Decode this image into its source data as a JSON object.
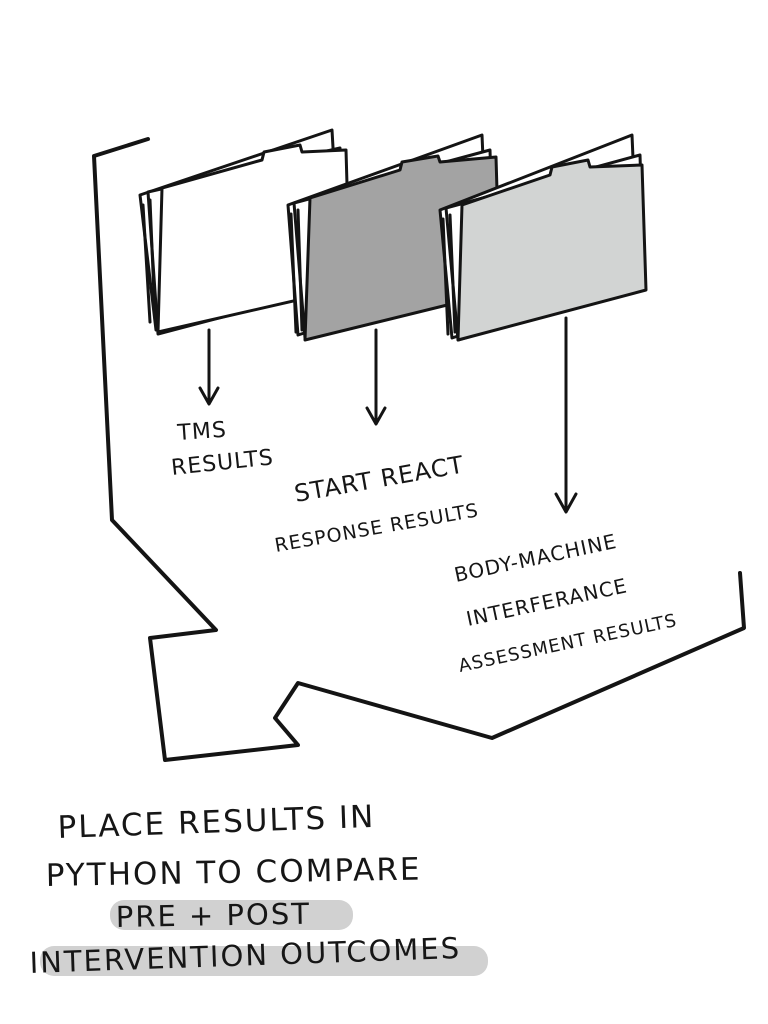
{
  "folders": [
    {
      "id": "tms",
      "label_lines": [
        "TMS",
        "RESULTS"
      ],
      "fill": "#ffffff"
    },
    {
      "id": "startreact",
      "label_lines": [
        "START REACT",
        "RESPONSE RESULTS"
      ],
      "fill": "#a3a3a3"
    },
    {
      "id": "bmi",
      "label_lines": [
        "BODY-MACHINE",
        "INTERFERANCE",
        "ASSESSMENT RESULTS"
      ],
      "fill": "#d2d4d3"
    }
  ],
  "conclusion": {
    "lines": [
      "PLACE RESULTS IN",
      "PYTHON TO COMPARE",
      "PRE + POST",
      "INTERVENTION OUTCOMES"
    ],
    "highlighted_lines": [
      "PRE + POST",
      "INTERVENTION OUTCOMES"
    ]
  },
  "colors": {
    "ink": "#141414",
    "highlight": "#c9c9c9"
  }
}
